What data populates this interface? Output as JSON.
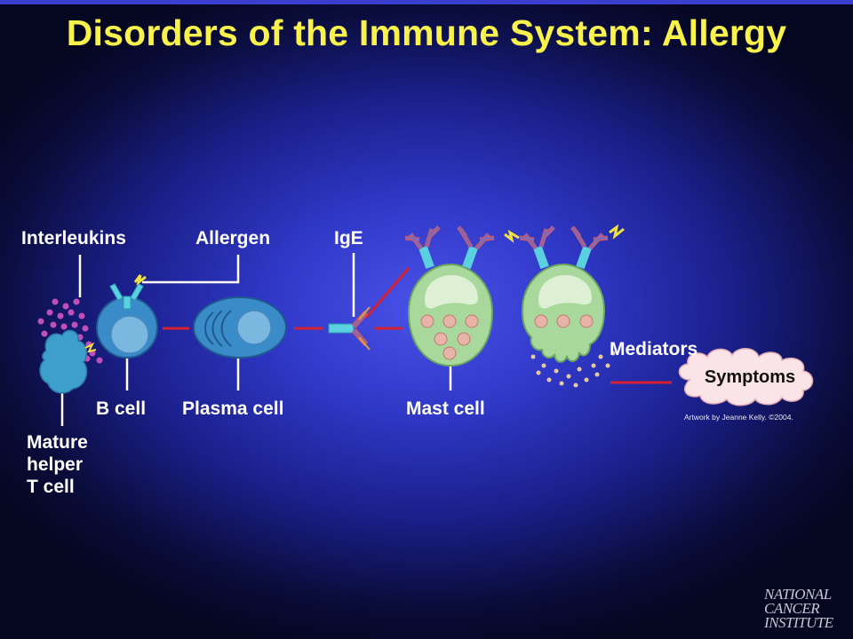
{
  "title": "Disorders of the Immune System: Allergy",
  "labels": {
    "interleukins": "Interleukins",
    "allergen": "Allergen",
    "ige": "IgE",
    "b_cell": "B cell",
    "plasma_cell": "Plasma cell",
    "mast_cell": "Mast cell",
    "mediators": "Mediators",
    "symptoms": "Symptoms",
    "mature_helper_t_cell": [
      "Mature",
      "helper",
      "T cell"
    ]
  },
  "credit": "Artwork by Jeanne Kelly. ©2004.",
  "logo": {
    "lines": [
      "National",
      "Cancer",
      "Institute"
    ]
  },
  "colors": {
    "title": "#f8f24a",
    "label": "#ffffff",
    "connector": "#d42030",
    "b_cell": "#3a8cc8",
    "t_cell": "#3f9fcc",
    "mast_cell": "#a8d89c",
    "granule": "#e8b4a8",
    "antibody": "#5ad0e0",
    "interleukin_dot": "#c050b8",
    "allergen": "#f0e040"
  }
}
